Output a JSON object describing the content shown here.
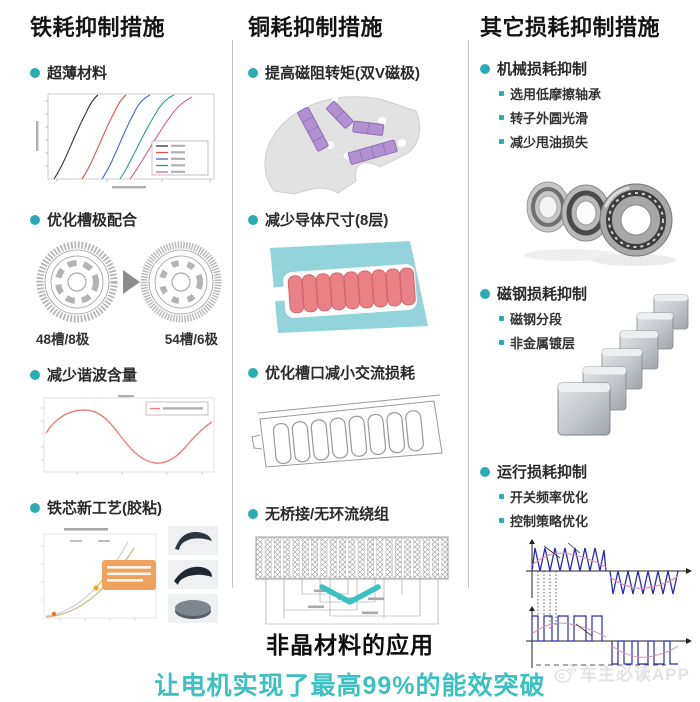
{
  "accent_color": "#2bacb3",
  "columns": [
    {
      "title": "铁耗抑制措施",
      "items": [
        {
          "label": "超薄材料"
        },
        {
          "label": "优化槽极配合",
          "captions": [
            "48槽/8极",
            "54槽/6极"
          ]
        },
        {
          "label": "减少谐波含量"
        },
        {
          "label": "铁芯新工艺(胶粘)"
        }
      ]
    },
    {
      "title": "铜耗抑制措施",
      "items": [
        {
          "label": "提高磁阻转矩(双V磁极)"
        },
        {
          "label": "减少导体尺寸(8层)"
        },
        {
          "label": "优化槽口减小交流损耗"
        },
        {
          "label": "无桥接/无环流绕组"
        }
      ]
    },
    {
      "title": "其它损耗抑制措施",
      "items": [
        {
          "label": "机械损耗抑制",
          "subitems": [
            "选用低摩擦轴承",
            "转子外圆光滑",
            "减少甩油损失"
          ]
        },
        {
          "label": "磁钢损耗抑制",
          "subitems": [
            "磁钢分段",
            "非金属镀层"
          ]
        },
        {
          "label": "运行损耗抑制",
          "subitems": [
            "开关频率优化",
            "控制策略优化"
          ]
        }
      ]
    }
  ],
  "footer": {
    "line1": "非晶材料的应用",
    "line2": "让电机实现了最高99%的能效突破",
    "watermark": "车主必读APP"
  },
  "chart_data": [
    {
      "type": "line",
      "title": "超薄材料磁化曲线对比",
      "series": [
        {
          "name": "curve-1",
          "color": "#333333"
        },
        {
          "name": "curve-2",
          "color": "#d9534f"
        },
        {
          "name": "curve-3",
          "color": "#4466cc"
        },
        {
          "name": "curve-4",
          "color": "#2a9d8f"
        },
        {
          "name": "curve-5",
          "color": "#cc6699"
        }
      ],
      "legend_position": "bottom-right",
      "note": "5条S形上升曲线依次右移, 图例文字过小不可辨"
    },
    {
      "type": "line",
      "title": "减少谐波含量波形",
      "series": [
        {
          "name": "sine-wave",
          "color": "#e8837e"
        }
      ],
      "legend_position": "top-right",
      "note": "单周期正弦波"
    },
    {
      "type": "line",
      "title": "铁芯新工艺(胶粘)性能曲线",
      "series": [
        {
          "name": "curve-a",
          "color": "#c9b98f"
        },
        {
          "name": "curve-b",
          "color": "#cfcfcf"
        }
      ],
      "note": "指数上升曲线, 橙色标注点与橙色说明框, 文字过小不可辨"
    },
    {
      "type": "line",
      "title": "运行损耗PWM波形",
      "series": [
        {
          "name": "carrier-triangle",
          "color": "#2a2ab2"
        },
        {
          "name": "pwm-pulses",
          "color": "#2a2ab2"
        },
        {
          "name": "modulation-sine",
          "color": "#d993ab"
        }
      ],
      "note": "上: 三角载波+正弦; 下: PWM方波+正弦"
    }
  ]
}
